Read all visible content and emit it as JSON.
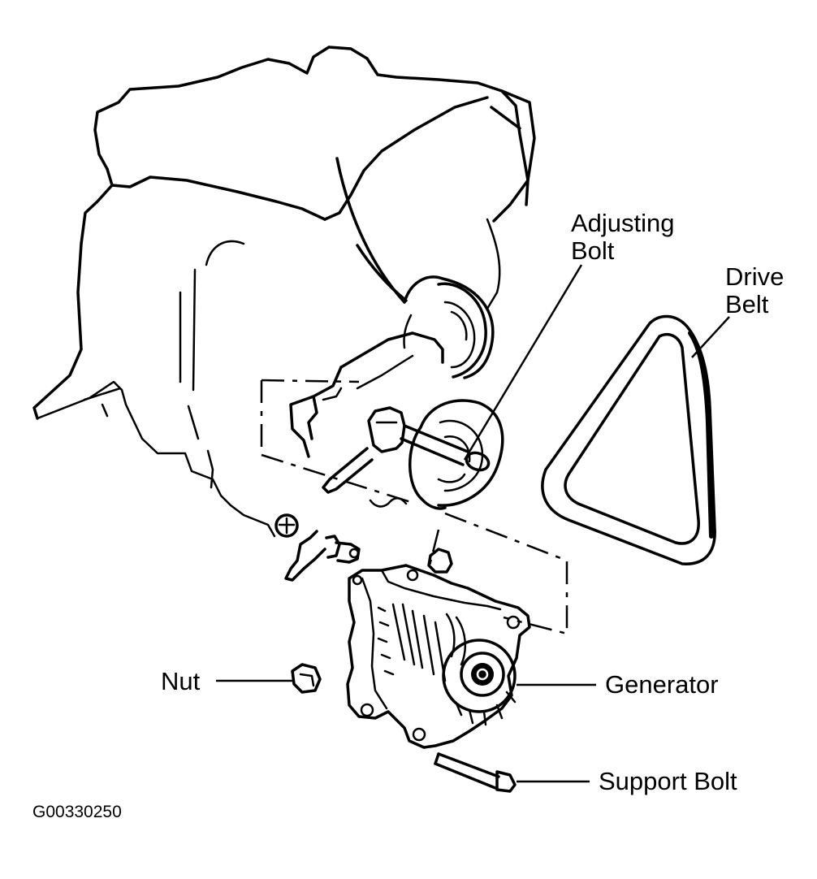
{
  "labels": {
    "adjusting_bolt": [
      "Adjusting",
      "Bolt"
    ],
    "drive_belt": [
      "Drive",
      "Belt"
    ],
    "nut": "Nut",
    "generator": "Generator",
    "support_bolt": "Support Bolt"
  },
  "figure_code": "G00330250",
  "colors": {
    "ink": "#000000",
    "background": "#ffffff"
  }
}
